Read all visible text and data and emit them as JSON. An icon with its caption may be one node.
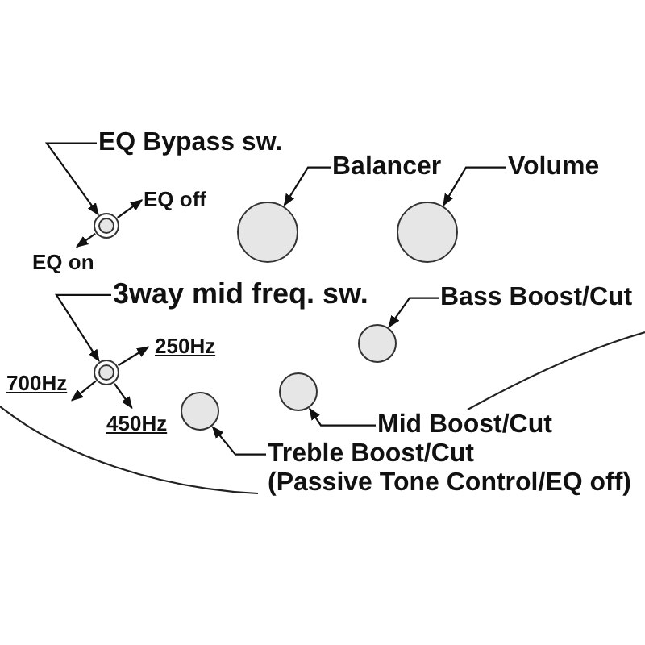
{
  "diagram": {
    "nodes": [
      {
        "text": [
          "EQ Bypass sw."
        ]
      },
      {
        "text": [],
        "shape": "circle"
      },
      {
        "text": [
          "EQ off"
        ]
      },
      {
        "text": [
          "EQ on"
        ]
      },
      {
        "text": [
          "Balancer"
        ]
      },
      {
        "text": [],
        "shape": "circle"
      },
      {
        "text": [
          "Volume"
        ]
      },
      {
        "text": [],
        "shape": "circle"
      },
      {
        "text": [
          "3way mid freq. sw."
        ]
      },
      {
        "text": [],
        "shape": "circle"
      },
      {
        "text": [
          "250Hz"
        ]
      },
      {
        "text": [
          "700Hz"
        ]
      },
      {
        "text": [
          "450Hz"
        ]
      },
      {
        "text": [
          "Bass Boost/Cut"
        ]
      },
      {
        "text": [],
        "shape": "circle"
      },
      {
        "text": [
          "Mid Boost/Cut"
        ]
      },
      {
        "text": [],
        "shape": "circle"
      },
      {
        "text": [
          "Treble Boost/Cut",
          "(Passive Tone Control/EQ off)"
        ]
      },
      {
        "text": [],
        "shape": "circle"
      }
    ],
    "edges": [
      {
        "from": 0,
        "to": 1,
        "arrow": "to"
      },
      {
        "from": 1,
        "to": 2,
        "arrow": "to"
      },
      {
        "from": 1,
        "to": 3,
        "arrow": "to"
      },
      {
        "from": 4,
        "to": 5,
        "arrow": "to"
      },
      {
        "from": 6,
        "to": 7,
        "arrow": "to"
      },
      {
        "from": 8,
        "to": 9,
        "arrow": "to"
      },
      {
        "from": 9,
        "to": 10,
        "arrow": "to"
      },
      {
        "from": 9,
        "to": 11,
        "arrow": "to"
      },
      {
        "from": 9,
        "to": 12,
        "arrow": "to"
      },
      {
        "from": 13,
        "to": 14,
        "arrow": "to"
      },
      {
        "from": 15,
        "to": 16,
        "arrow": "to"
      },
      {
        "from": 17,
        "to": 18,
        "arrow": "to"
      }
    ]
  }
}
